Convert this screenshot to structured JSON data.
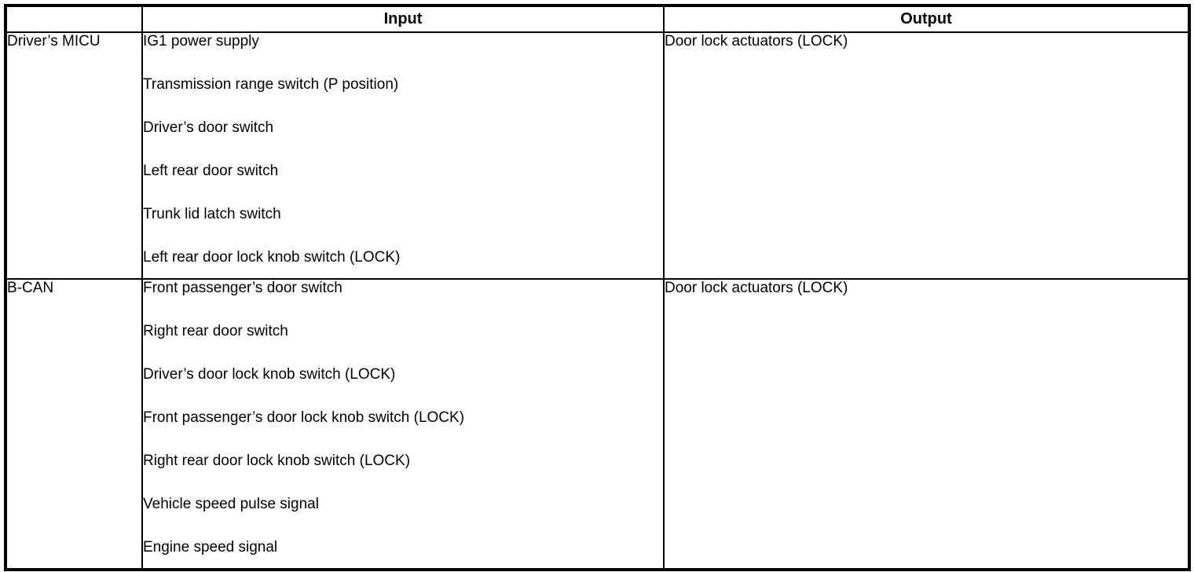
{
  "table": {
    "headers": {
      "source": "",
      "input": "Input",
      "output": "Output"
    },
    "rows": [
      {
        "source": "Driver’s MICU",
        "inputs": [
          "IG1 power supply",
          "Transmission range switch (P position)",
          "Driver’s door switch",
          "Left rear door switch",
          "Trunk lid latch switch",
          "Left rear door lock knob switch (LOCK)"
        ],
        "output": "Door lock actuators (LOCK)"
      },
      {
        "source": "B-CAN",
        "inputs": [
          "Front passenger’s door switch",
          "Right rear door switch",
          "Driver’s door lock knob switch (LOCK)",
          "Front passenger’s door lock knob switch (LOCK)",
          "Right rear door lock knob switch (LOCK)",
          "Vehicle speed pulse signal",
          "Engine speed signal"
        ],
        "output": "Door lock actuators (LOCK)"
      }
    ]
  },
  "colors": {
    "border": "#000000",
    "background": "#ffffff",
    "text": "#000000"
  }
}
